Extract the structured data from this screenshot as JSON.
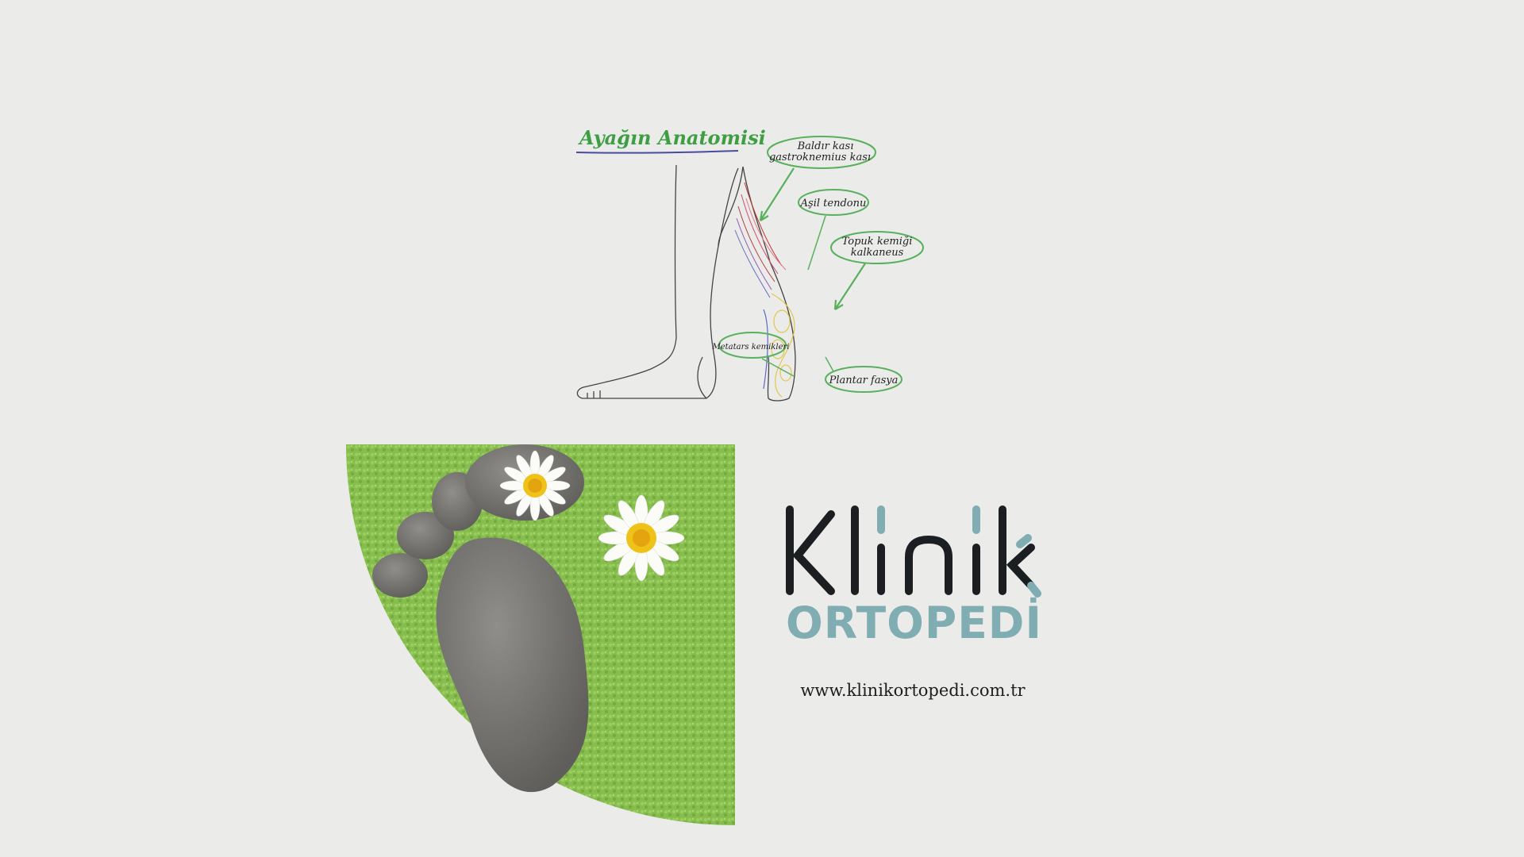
{
  "diagram": {
    "title": "Ayağın Anatomisi",
    "labels": {
      "calf_line1": "Baldır kası",
      "calf_line2": "gastroknemius kası",
      "achilles": "Aşil tendonu",
      "heel_line1": "Topuk kemiği",
      "heel_line2": "kalkaneus",
      "metatarsal": "Metatars kemikleri",
      "plantar": "Plantar fasya"
    }
  },
  "brand": {
    "logo_word": "Klinik",
    "logo_sub": "ORTOPEDİ",
    "website": "www.klinikortopedi.com.tr"
  },
  "colors": {
    "background": "#ebebea",
    "title_green": "#3f9d43",
    "callout_green": "#58b05c",
    "logo_dark": "#1c1f22",
    "logo_teal": "#7fadb2",
    "grass": "#86bd4e"
  },
  "icons": {
    "photo": "stone-footprint-with-daisies-on-grass"
  }
}
